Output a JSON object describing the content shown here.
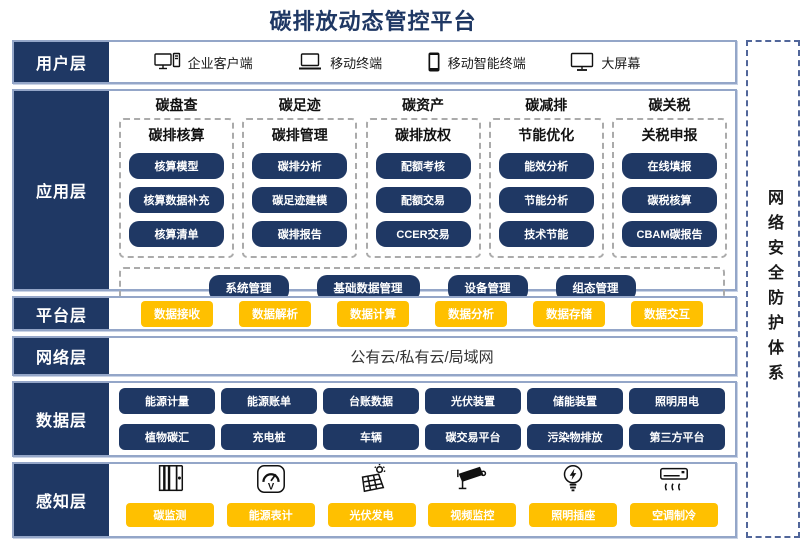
{
  "title": "碳排放动态管控平台",
  "security_sidebar": {
    "label": "网络安全防护体系"
  },
  "colors": {
    "navy": "#1F3864",
    "yellow": "#FFC000",
    "row_border": "#94A6C8",
    "dashed_gray": "#ABABAB",
    "security_border": "#51669A",
    "title_text": "#1F3864"
  },
  "layers": {
    "user": {
      "label": "用户层",
      "items": [
        {
          "icon": "desktop-client-icon",
          "label": "企业客户端"
        },
        {
          "icon": "laptop-icon",
          "label": "移动终端"
        },
        {
          "icon": "smartphone-icon",
          "label": "移动智能终端"
        },
        {
          "icon": "big-screen-icon",
          "label": "大屏幕"
        }
      ]
    },
    "application": {
      "label": "应用层",
      "columns": [
        {
          "category": "碳盘查",
          "module": "碳排核算",
          "items": [
            "核算模型",
            "核算数据补充",
            "核算清单"
          ]
        },
        {
          "category": "碳足迹",
          "module": "碳排管理",
          "items": [
            "碳排分析",
            "碳足迹建模",
            "碳排报告"
          ]
        },
        {
          "category": "碳资产",
          "module": "碳排放权",
          "items": [
            "配额考核",
            "配额交易",
            "CCER交易"
          ]
        },
        {
          "category": "碳减排",
          "module": "节能优化",
          "items": [
            "能效分析",
            "节能分析",
            "技术节能"
          ]
        },
        {
          "category": "碳关税",
          "module": "关税申报",
          "items": [
            "在线填报",
            "碳税核算",
            "CBAM碳报告"
          ]
        }
      ],
      "common_modules": [
        "系统管理",
        "基础数据管理",
        "设备管理",
        "组态管理"
      ]
    },
    "platform": {
      "label": "平台层",
      "items": [
        "数据接收",
        "数据解析",
        "数据计算",
        "数据分析",
        "数据存储",
        "数据交互"
      ]
    },
    "network": {
      "label": "网络层",
      "content": "公有云/私有云/局域网"
    },
    "data": {
      "label": "数据层",
      "rows": [
        [
          "能源计量",
          "能源账单",
          "台账数据",
          "光伏装置",
          "储能装置",
          "照明用电"
        ],
        [
          "植物碳汇",
          "充电桩",
          "车辆",
          "碳交易平台",
          "污染物排放",
          "第三方平台"
        ]
      ]
    },
    "perception": {
      "label": "感知层",
      "items": [
        {
          "icon": "carbon-monitor-icon",
          "label": "碳监测"
        },
        {
          "icon": "energy-meter-icon",
          "label": "能源表计"
        },
        {
          "icon": "solar-power-icon",
          "label": "光伏发电"
        },
        {
          "icon": "cctv-camera-icon",
          "label": "视频监控"
        },
        {
          "icon": "light-socket-icon",
          "label": "照明插座"
        },
        {
          "icon": "air-conditioner-icon",
          "label": "空调制冷"
        }
      ]
    }
  }
}
